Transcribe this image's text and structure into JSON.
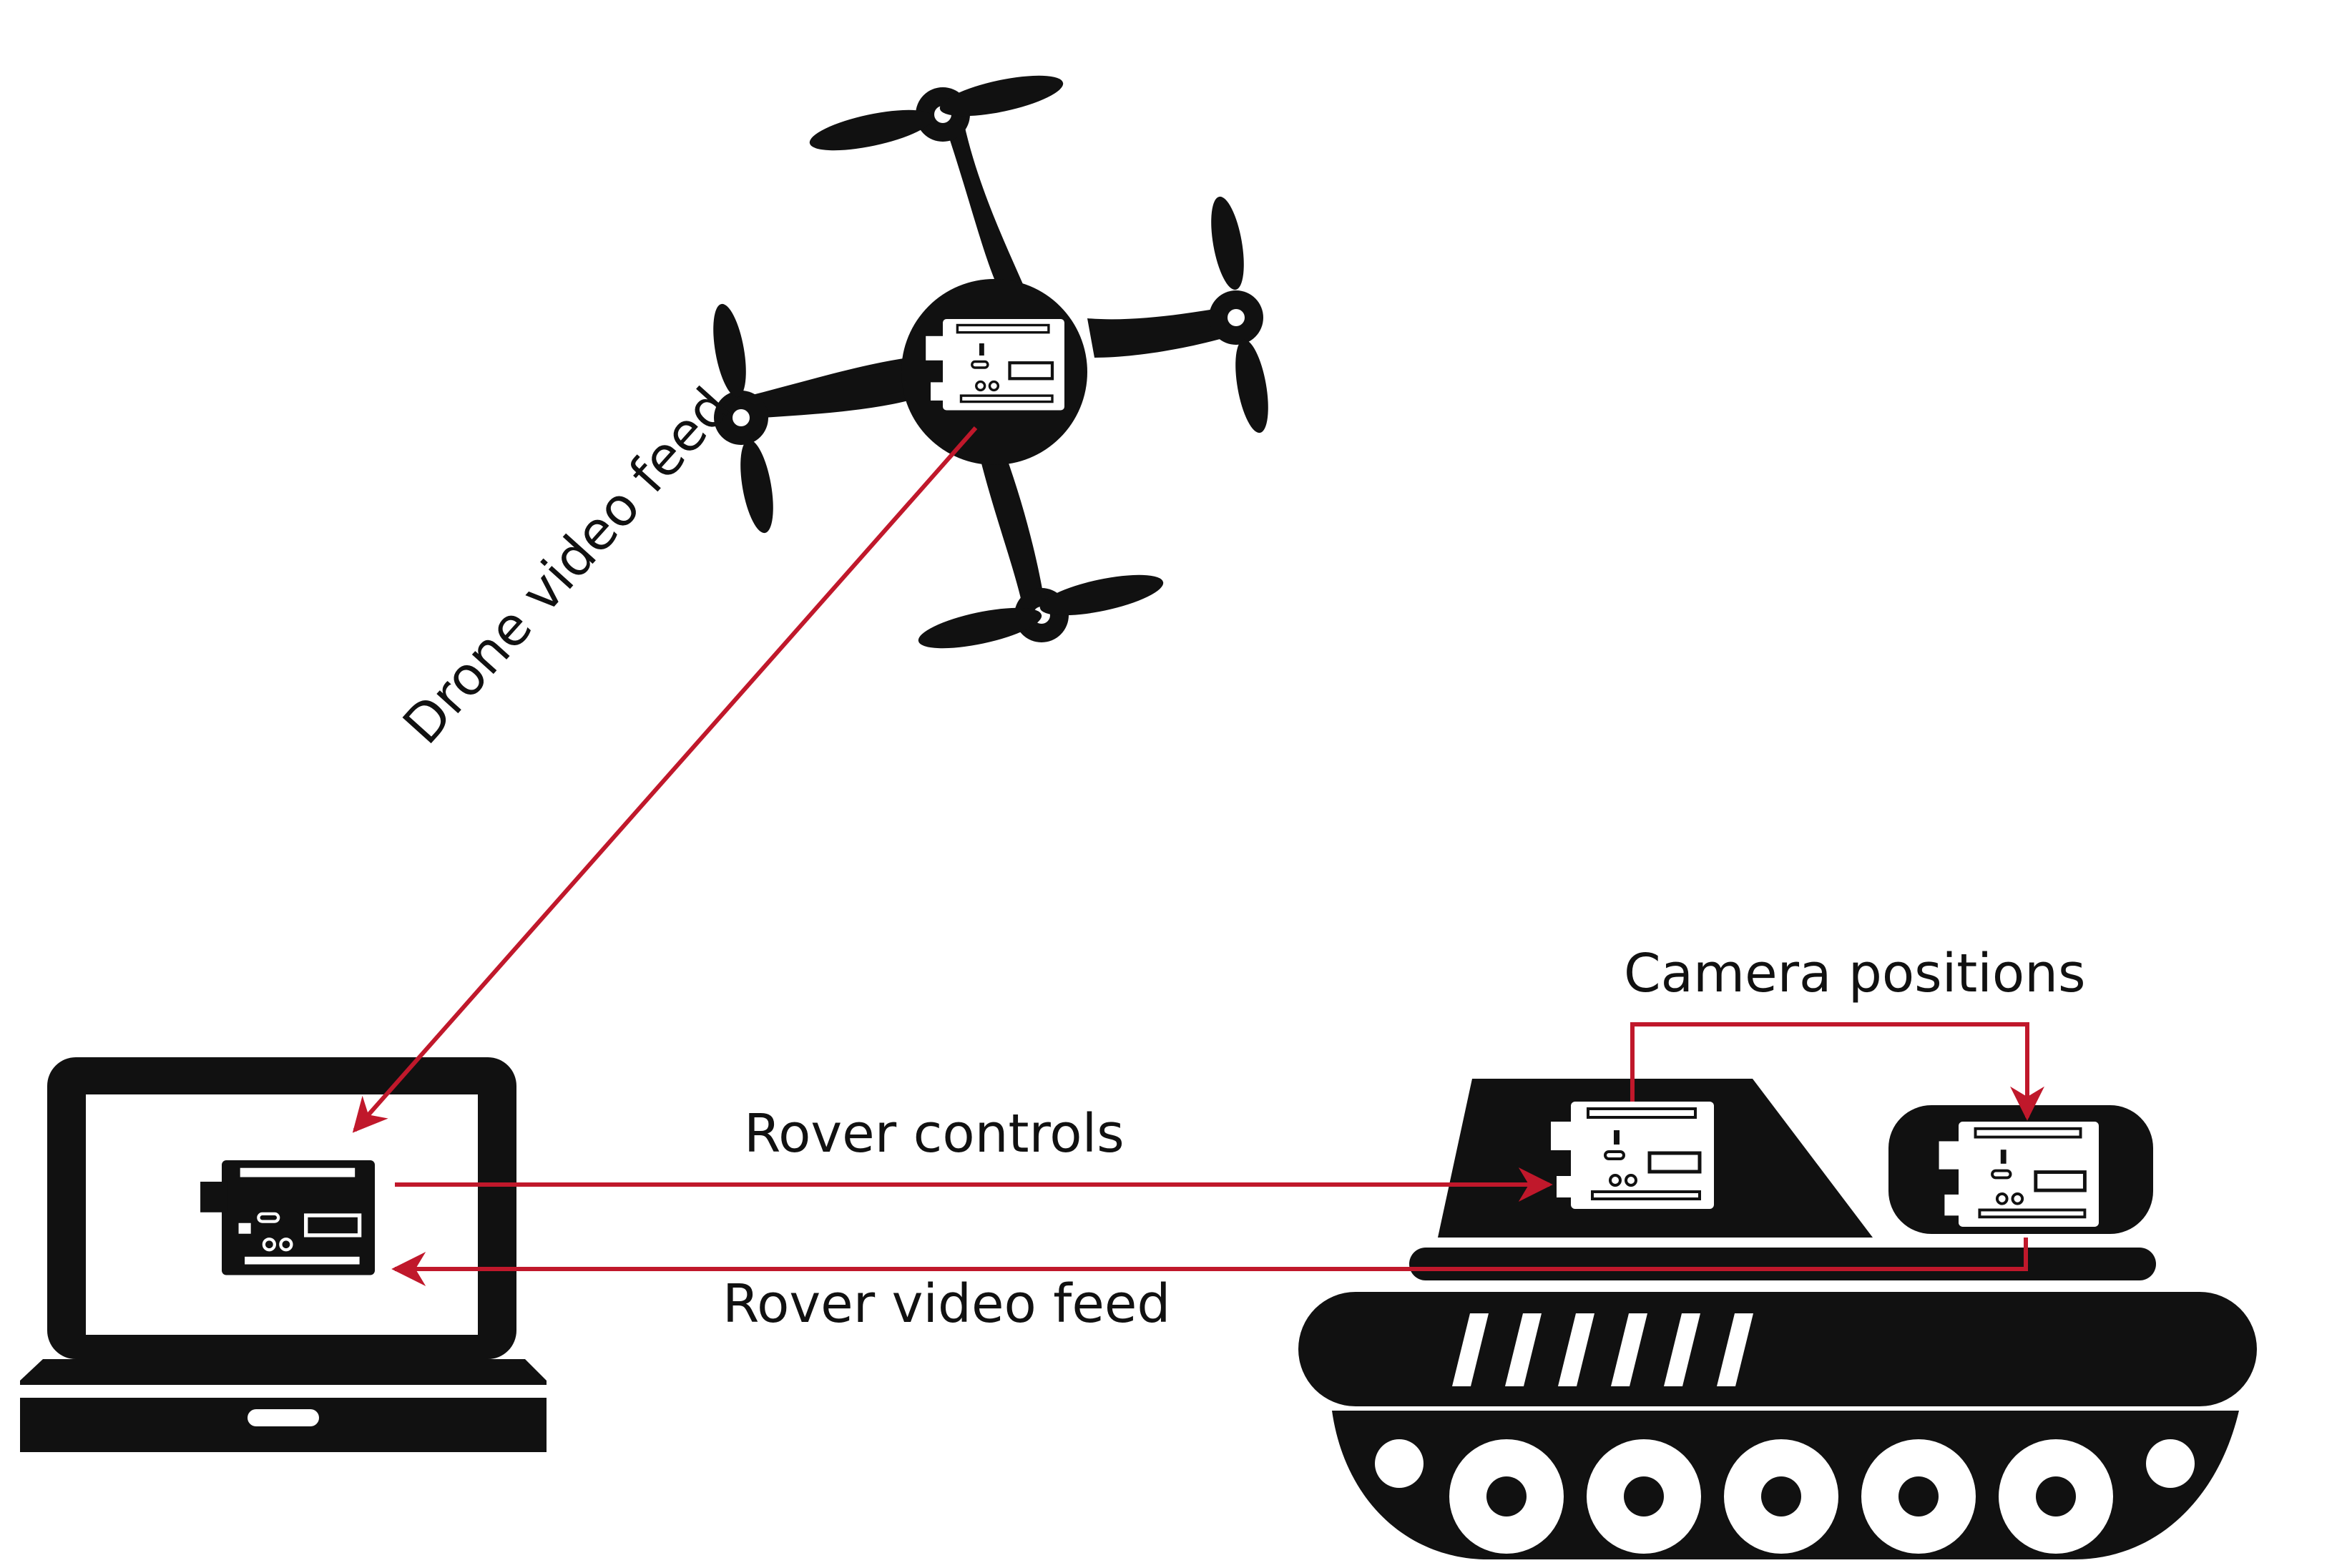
{
  "labels": {
    "drone_video_feed": "Drone video feed",
    "camera_positions": "Camera positions",
    "rover_controls": "Rover controls",
    "rover_video_feed": "Rover video feed"
  },
  "colors": {
    "arrow": "#c0182b",
    "device": "#111111",
    "background": "#ffffff"
  },
  "icons": [
    "drone-icon",
    "laptop-icon",
    "tank-rover-icon",
    "arduino-board-icon"
  ]
}
